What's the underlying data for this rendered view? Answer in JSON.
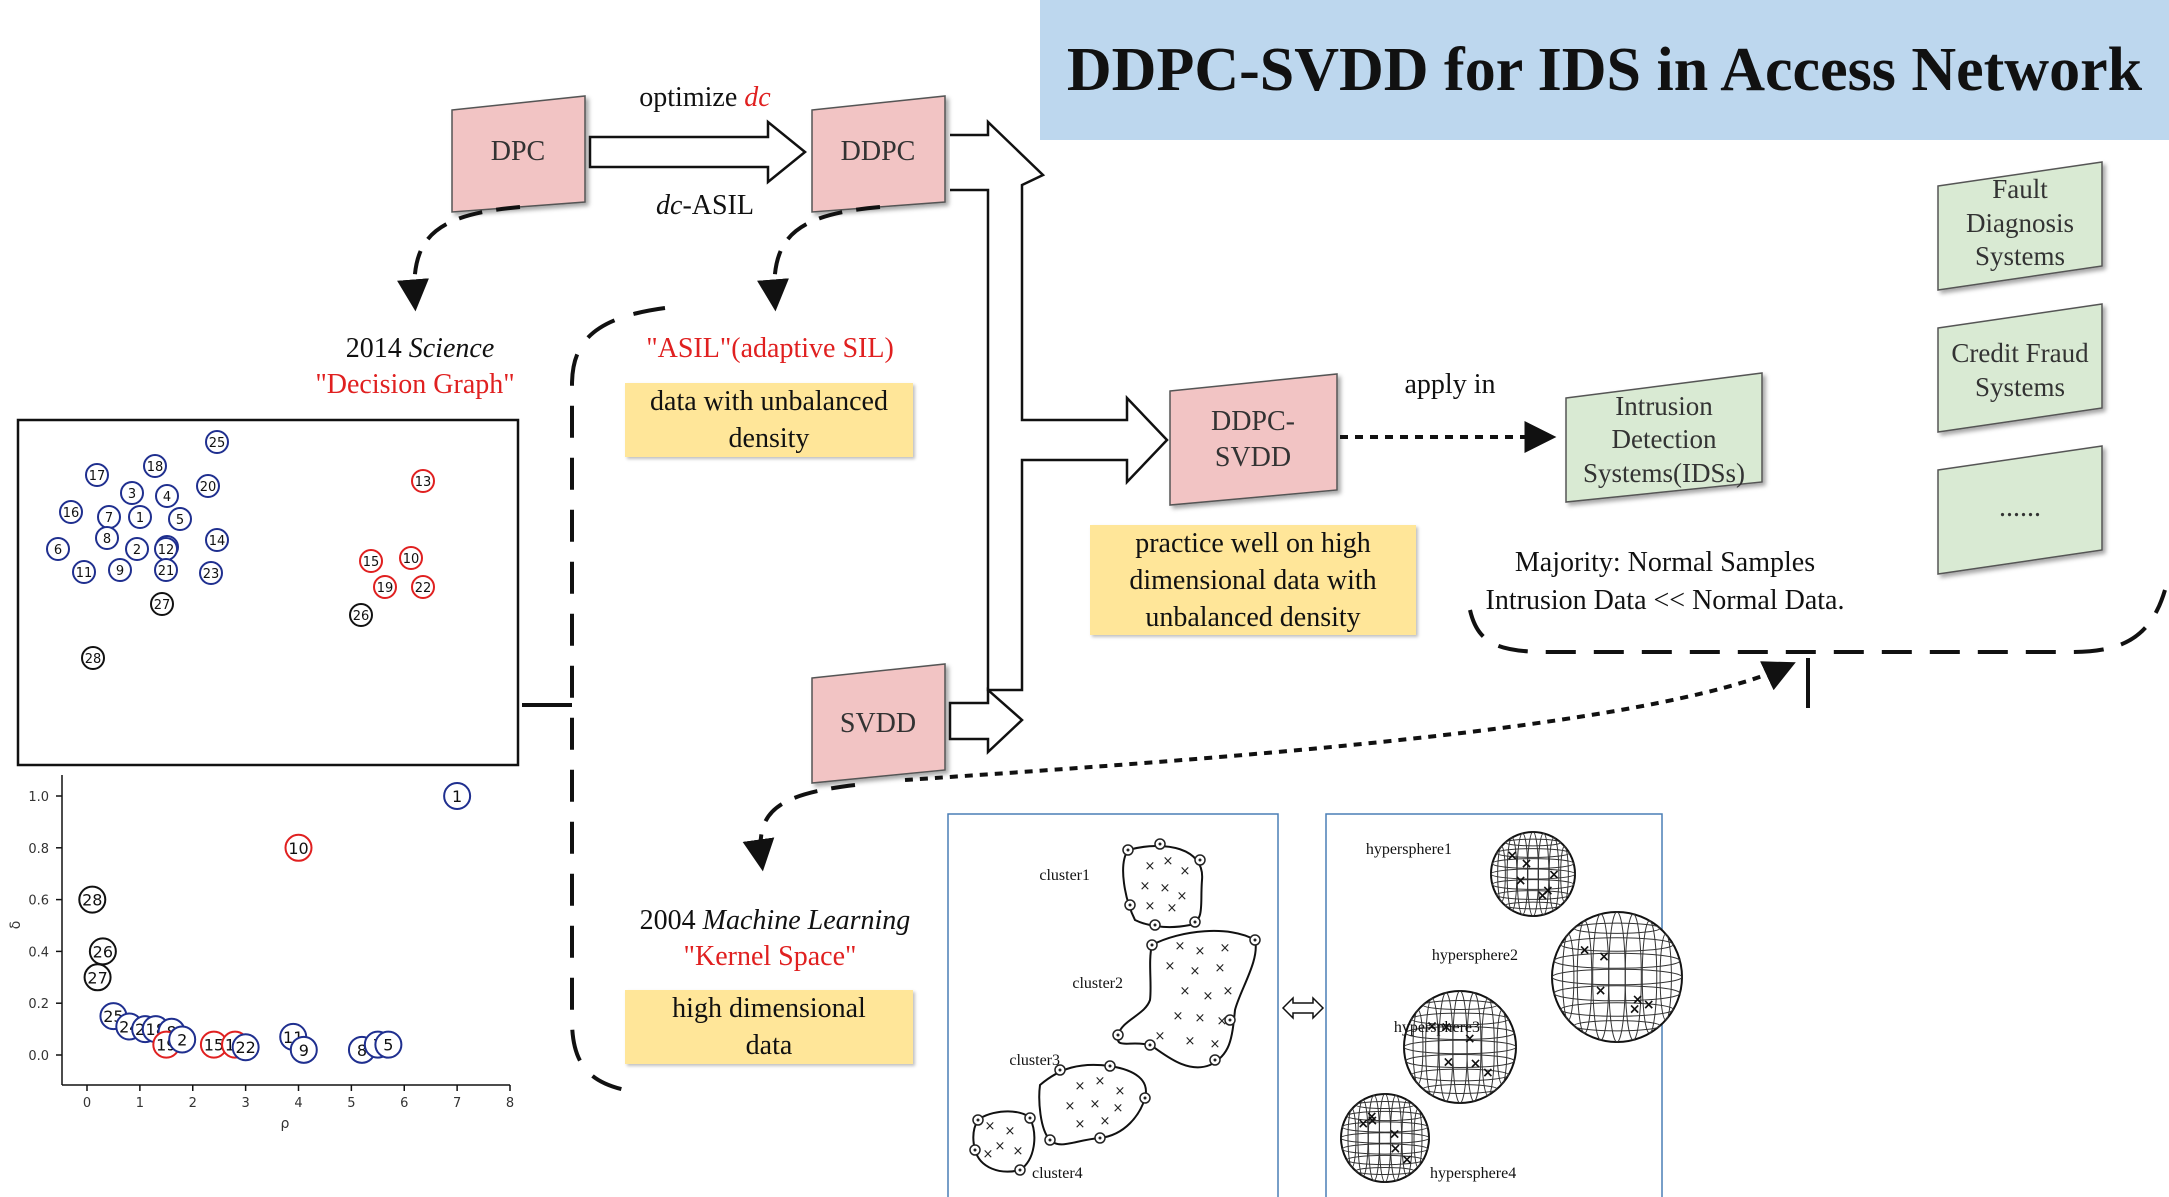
{
  "title": "DDPC-SVDD for IDS in Access Network",
  "boxes": {
    "dpc": "DPC",
    "ddpc": "DDPC",
    "ddpc_svdd_line1": "DDPC-",
    "ddpc_svdd_line2": "SVDD",
    "svdd": "SVDD",
    "ids_line1": "Intrusion",
    "ids_line2": "Detection",
    "ids_line3": "Systems(IDSs)",
    "fds_line1": "Fault",
    "fds_line2": "Diagnosis",
    "fds_line3": "Systems",
    "cfs_line1": "Credit Fraud",
    "cfs_line2": "Systems",
    "more": "......"
  },
  "labels": {
    "optimize_prefix": "optimize ",
    "optimize_dc": "dc",
    "dc_asil_dc": "dc",
    "dc_asil_rest": "-ASIL",
    "science_year": "2014 ",
    "science_journal": "Science",
    "decision_graph": "\"Decision Graph\"",
    "asil": "\"ASIL\"(adaptive SIL)",
    "ml_year": "2004 ",
    "ml_journal": "Machine Learning",
    "kernel_space": "\"Kernel Space\"",
    "apply_in": "apply in",
    "majority": "Majority: Normal Samples",
    "intrusion_data": "Intrusion Data << Normal Data."
  },
  "notes": {
    "unbalanced_line1": "data with unbalanced",
    "unbalanced_line2": "density",
    "practice_line1": "practice well on high",
    "practice_line2": "dimensional data with",
    "practice_line3": "unbalanced density",
    "highdim_line1": "high dimensional",
    "highdim_line2": "data"
  },
  "cluster_labels": [
    "cluster1",
    "cluster2",
    "cluster3",
    "cluster4"
  ],
  "hypersphere_labels": [
    "hypersphere1",
    "hypersphere2",
    "hypersphere3",
    "hypersphere4"
  ],
  "colors": {
    "pink_box": "#f2c4c4",
    "green_box": "#d9ead3",
    "title_bg": "#bdd7ee",
    "note_bg": "#ffe699",
    "point_blue": "#1f2f8f",
    "point_red": "#e02020"
  },
  "chart_data": {
    "type": "scatter",
    "xlabel": "ρ",
    "ylabel": "δ",
    "xlim": [
      0,
      8
    ],
    "ylim": [
      0,
      1.0
    ],
    "xticks": [
      "0",
      "1",
      "2",
      "3",
      "4",
      "5",
      "6",
      "7",
      "8"
    ],
    "yticks": [
      "0.0",
      "0.2",
      "0.4",
      "0.6",
      "0.8",
      "1.0"
    ],
    "points": [
      {
        "id": "1",
        "x": 7.0,
        "y": 1.0,
        "color": "blue"
      },
      {
        "id": "10",
        "x": 4.0,
        "y": 0.8,
        "color": "red"
      },
      {
        "id": "28",
        "x": 0.1,
        "y": 0.6,
        "color": "black"
      },
      {
        "id": "26",
        "x": 0.3,
        "y": 0.4,
        "color": "black"
      },
      {
        "id": "27",
        "x": 0.2,
        "y": 0.3,
        "color": "black"
      },
      {
        "id": "25",
        "x": 0.5,
        "y": 0.15,
        "color": "blue"
      },
      {
        "id": "24",
        "x": 0.8,
        "y": 0.11,
        "color": "blue"
      },
      {
        "id": "20",
        "x": 1.1,
        "y": 0.1,
        "color": "blue"
      },
      {
        "id": "18",
        "x": 1.3,
        "y": 0.1,
        "color": "blue"
      },
      {
        "id": "8",
        "x": 1.6,
        "y": 0.09,
        "color": "blue"
      },
      {
        "id": "19",
        "x": 1.5,
        "y": 0.04,
        "color": "red"
      },
      {
        "id": "2",
        "x": 1.8,
        "y": 0.06,
        "color": "blue"
      },
      {
        "id": "15",
        "x": 2.4,
        "y": 0.04,
        "color": "red"
      },
      {
        "id": "13",
        "x": 2.8,
        "y": 0.04,
        "color": "red"
      },
      {
        "id": "22",
        "x": 3.0,
        "y": 0.03,
        "color": "blue"
      },
      {
        "id": "11",
        "x": 3.9,
        "y": 0.07,
        "color": "blue"
      },
      {
        "id": "9",
        "x": 4.1,
        "y": 0.02,
        "color": "blue"
      },
      {
        "id": "8b",
        "x": 5.2,
        "y": 0.02,
        "color": "blue"
      },
      {
        "id": "7",
        "x": 5.5,
        "y": 0.04,
        "color": "blue"
      },
      {
        "id": "5",
        "x": 5.7,
        "y": 0.04,
        "color": "blue"
      }
    ]
  },
  "decision_points": [
    {
      "id": "25",
      "color": "blue"
    },
    {
      "id": "18",
      "color": "blue"
    },
    {
      "id": "17",
      "color": "blue"
    },
    {
      "id": "3",
      "color": "blue"
    },
    {
      "id": "4",
      "color": "blue"
    },
    {
      "id": "20",
      "color": "blue"
    },
    {
      "id": "16",
      "color": "blue"
    },
    {
      "id": "7",
      "color": "blue"
    },
    {
      "id": "1",
      "color": "blue"
    },
    {
      "id": "5",
      "color": "blue"
    },
    {
      "id": "8",
      "color": "blue"
    },
    {
      "id": "24",
      "color": "blue"
    },
    {
      "id": "14",
      "color": "blue"
    },
    {
      "id": "6",
      "color": "blue"
    },
    {
      "id": "2",
      "color": "blue"
    },
    {
      "id": "12",
      "color": "blue"
    },
    {
      "id": "11",
      "color": "blue"
    },
    {
      "id": "9",
      "color": "blue"
    },
    {
      "id": "21",
      "color": "blue"
    },
    {
      "id": "23",
      "color": "blue"
    },
    {
      "id": "27",
      "color": "black"
    },
    {
      "id": "13",
      "color": "red"
    },
    {
      "id": "15",
      "color": "red"
    },
    {
      "id": "10",
      "color": "red"
    },
    {
      "id": "19",
      "color": "red"
    },
    {
      "id": "22",
      "color": "red"
    },
    {
      "id": "26",
      "color": "black"
    },
    {
      "id": "28",
      "color": "black"
    }
  ]
}
